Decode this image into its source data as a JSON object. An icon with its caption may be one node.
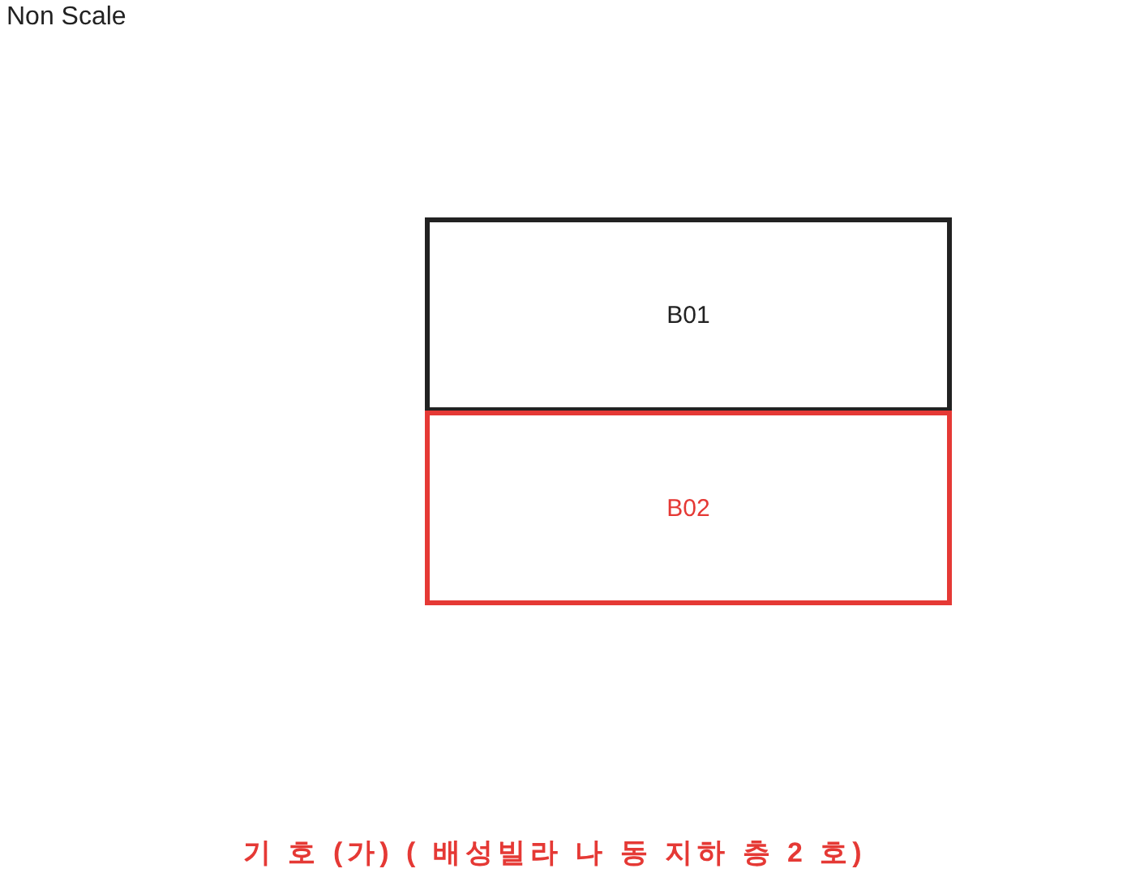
{
  "diagram": {
    "nodes": [
      {
        "text": [
          "B01"
        ]
      },
      {
        "text": [
          "B02"
        ]
      }
    ],
    "labels": [
      "Non Scale",
      "기 호 (가) ( 배성빌라 나 동 지하 층 2 호)"
    ]
  }
}
